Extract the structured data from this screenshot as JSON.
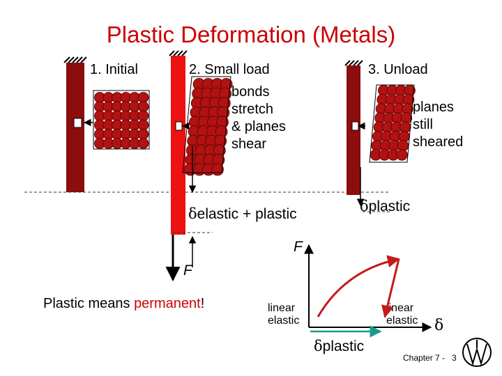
{
  "title": "Plastic Deformation (Metals)",
  "stages": [
    {
      "label": "1. Initial"
    },
    {
      "label": "2. Small load",
      "note": [
        "bonds",
        "stretch",
        "& planes",
        "shear"
      ]
    },
    {
      "label": "3. Unload",
      "note": [
        "planes",
        "still",
        "sheared"
      ]
    }
  ],
  "deltas": {
    "elastic_plastic": {
      "symbol": "δ",
      "text": "elastic + plastic"
    },
    "plastic_top": {
      "symbol": "δ",
      "text": "plastic"
    }
  },
  "force_label": "F",
  "statement": {
    "prefix": "Plastic means ",
    "highlight": "permanent",
    "suffix": "!",
    "highlight_color": "#cc0000"
  },
  "graph": {
    "y_axis_label": "F",
    "x_axis_label": "δ",
    "linear_elastic_left": [
      "linear",
      "elastic"
    ],
    "linear_elastic_right": [
      "linear",
      "elastic"
    ],
    "plastic_offset": {
      "symbol": "δ",
      "text": "plastic"
    }
  },
  "footer": {
    "chapter": "Chapter 7 -",
    "page": "3"
  },
  "colors": {
    "title": "#cc0000",
    "wall": "#8b0d0d",
    "atom": "#b11212",
    "bar_loaded": "#ee1111",
    "curve": "#c41a1a",
    "offset_arrow": "#1a9a8a"
  },
  "icons": [
    "fixed-support-hatch-icon",
    "atom-lattice-icon",
    "force-arrow-icon",
    "logo-seal-icon"
  ]
}
